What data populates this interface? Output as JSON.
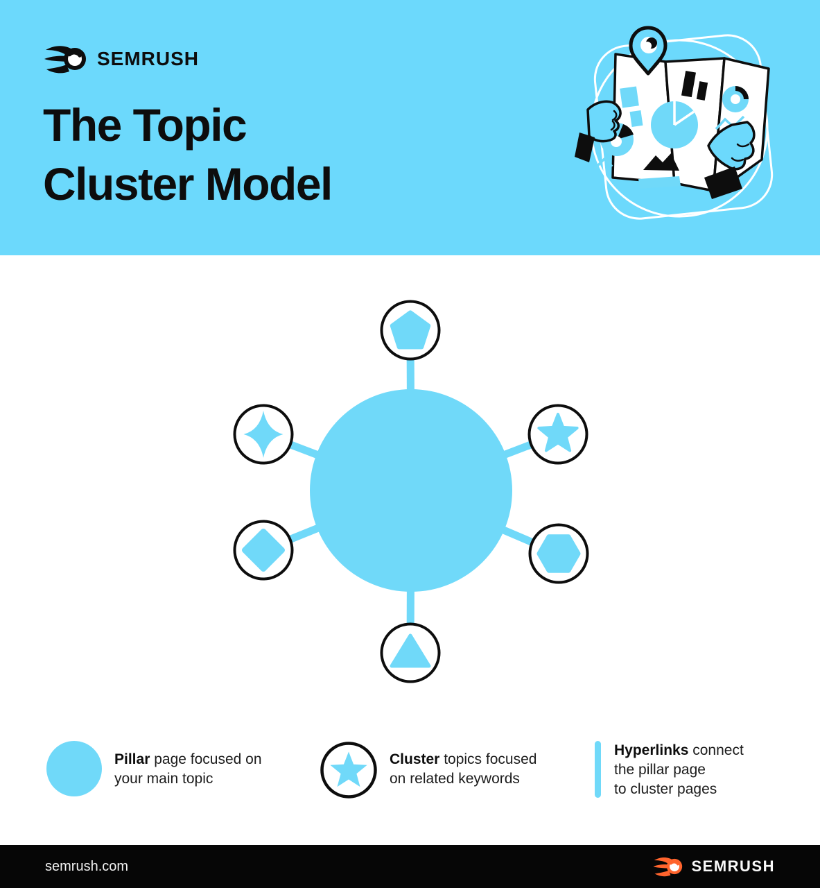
{
  "colors": {
    "header_bg": "#6CD9FC",
    "accent": "#70D9F9",
    "ink": "#0D0D0D",
    "text": "#1C1C1C",
    "footer_bg": "#060606",
    "footer_orange": "#FF642D",
    "white": "#FFFFFF"
  },
  "header": {
    "logo_text": "SEMRUSH",
    "title_line1": "The Topic",
    "title_line2": "Cluster Model",
    "illustration": "hands-holding-map-with-location-pin"
  },
  "diagram": {
    "center_node": {
      "shape": "circle",
      "meaning": "pillar page"
    },
    "satellite_nodes": [
      {
        "position": "top",
        "shape": "pentagon"
      },
      {
        "position": "top-right",
        "shape": "star"
      },
      {
        "position": "bottom-right",
        "shape": "hexagon"
      },
      {
        "position": "bottom",
        "shape": "triangle"
      },
      {
        "position": "bottom-left",
        "shape": "diamond"
      },
      {
        "position": "top-left",
        "shape": "sparkle"
      }
    ],
    "connections": 6
  },
  "legend": {
    "items": [
      {
        "symbol": "pillar-circle",
        "lead": "Pillar",
        "line1_rest": " page focused on",
        "line2": "your main topic"
      },
      {
        "symbol": "cluster-star-circle",
        "lead": "Cluster",
        "line1_rest": " topics focused",
        "line2": "on related keywords"
      },
      {
        "symbol": "hyperlink-bar",
        "lead": "Hyperlinks",
        "line1_rest": " connect",
        "line2": "the pillar page",
        "line3": "to cluster pages"
      }
    ]
  },
  "footer": {
    "url": "semrush.com",
    "logo_text": "SEMRUSH"
  }
}
